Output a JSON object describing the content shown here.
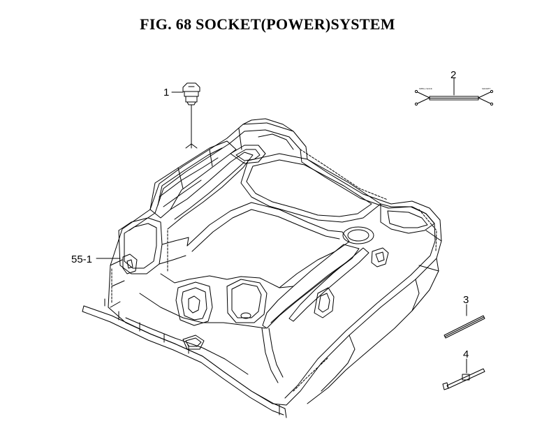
{
  "figure": {
    "title": "FIG. 68  SOCKET(POWER)SYSTEM"
  },
  "callouts": [
    {
      "id": "1",
      "label": "1"
    },
    {
      "id": "2",
      "label": "2"
    },
    {
      "id": "3",
      "label": "3"
    },
    {
      "id": "4",
      "label": "4"
    },
    {
      "id": "55-1",
      "label": "55-1"
    }
  ],
  "harness_tags": {
    "left": "SHELL SOCK",
    "right": "SOCKET"
  },
  "colors": {
    "line": "#000000",
    "background": "#ffffff"
  }
}
